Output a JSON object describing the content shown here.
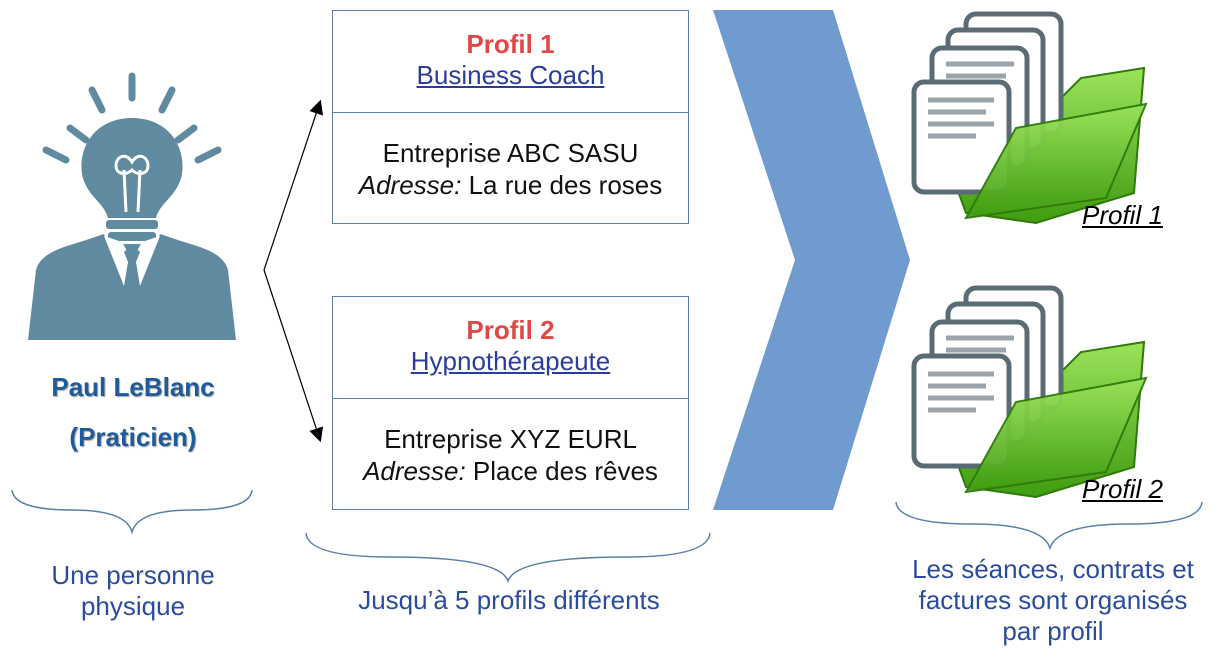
{
  "person": {
    "name": "Paul LeBlanc",
    "role": "(Praticien)",
    "caption_line1": "Une personne",
    "caption_line2": "physique"
  },
  "profiles": [
    {
      "title": "Profil 1",
      "role": "Business Coach",
      "company": "Entreprise ABC SASU",
      "address_label": "Adresse:",
      "address": "La rue des roses"
    },
    {
      "title": "Profil 2",
      "role": "Hypnothérapeute",
      "company": "Entreprise XYZ EURL",
      "address_label": "Adresse:",
      "address": "Place des rêves"
    }
  ],
  "profiles_caption": "Jusqu’à 5 profils différents",
  "folders": {
    "label1": "Profil 1",
    "label2": "Profil 2",
    "caption_line1": "Les séances, contrats et",
    "caption_line2": "factures sont organisés",
    "caption_line3": "par profil"
  },
  "colors": {
    "person": "#5f8aa0",
    "profile_title": "#e04848",
    "link": "#2b3d9a",
    "chevron": "#6f9bcf",
    "folder": "#5fbf1f",
    "doc_frame": "#5a6b73"
  }
}
